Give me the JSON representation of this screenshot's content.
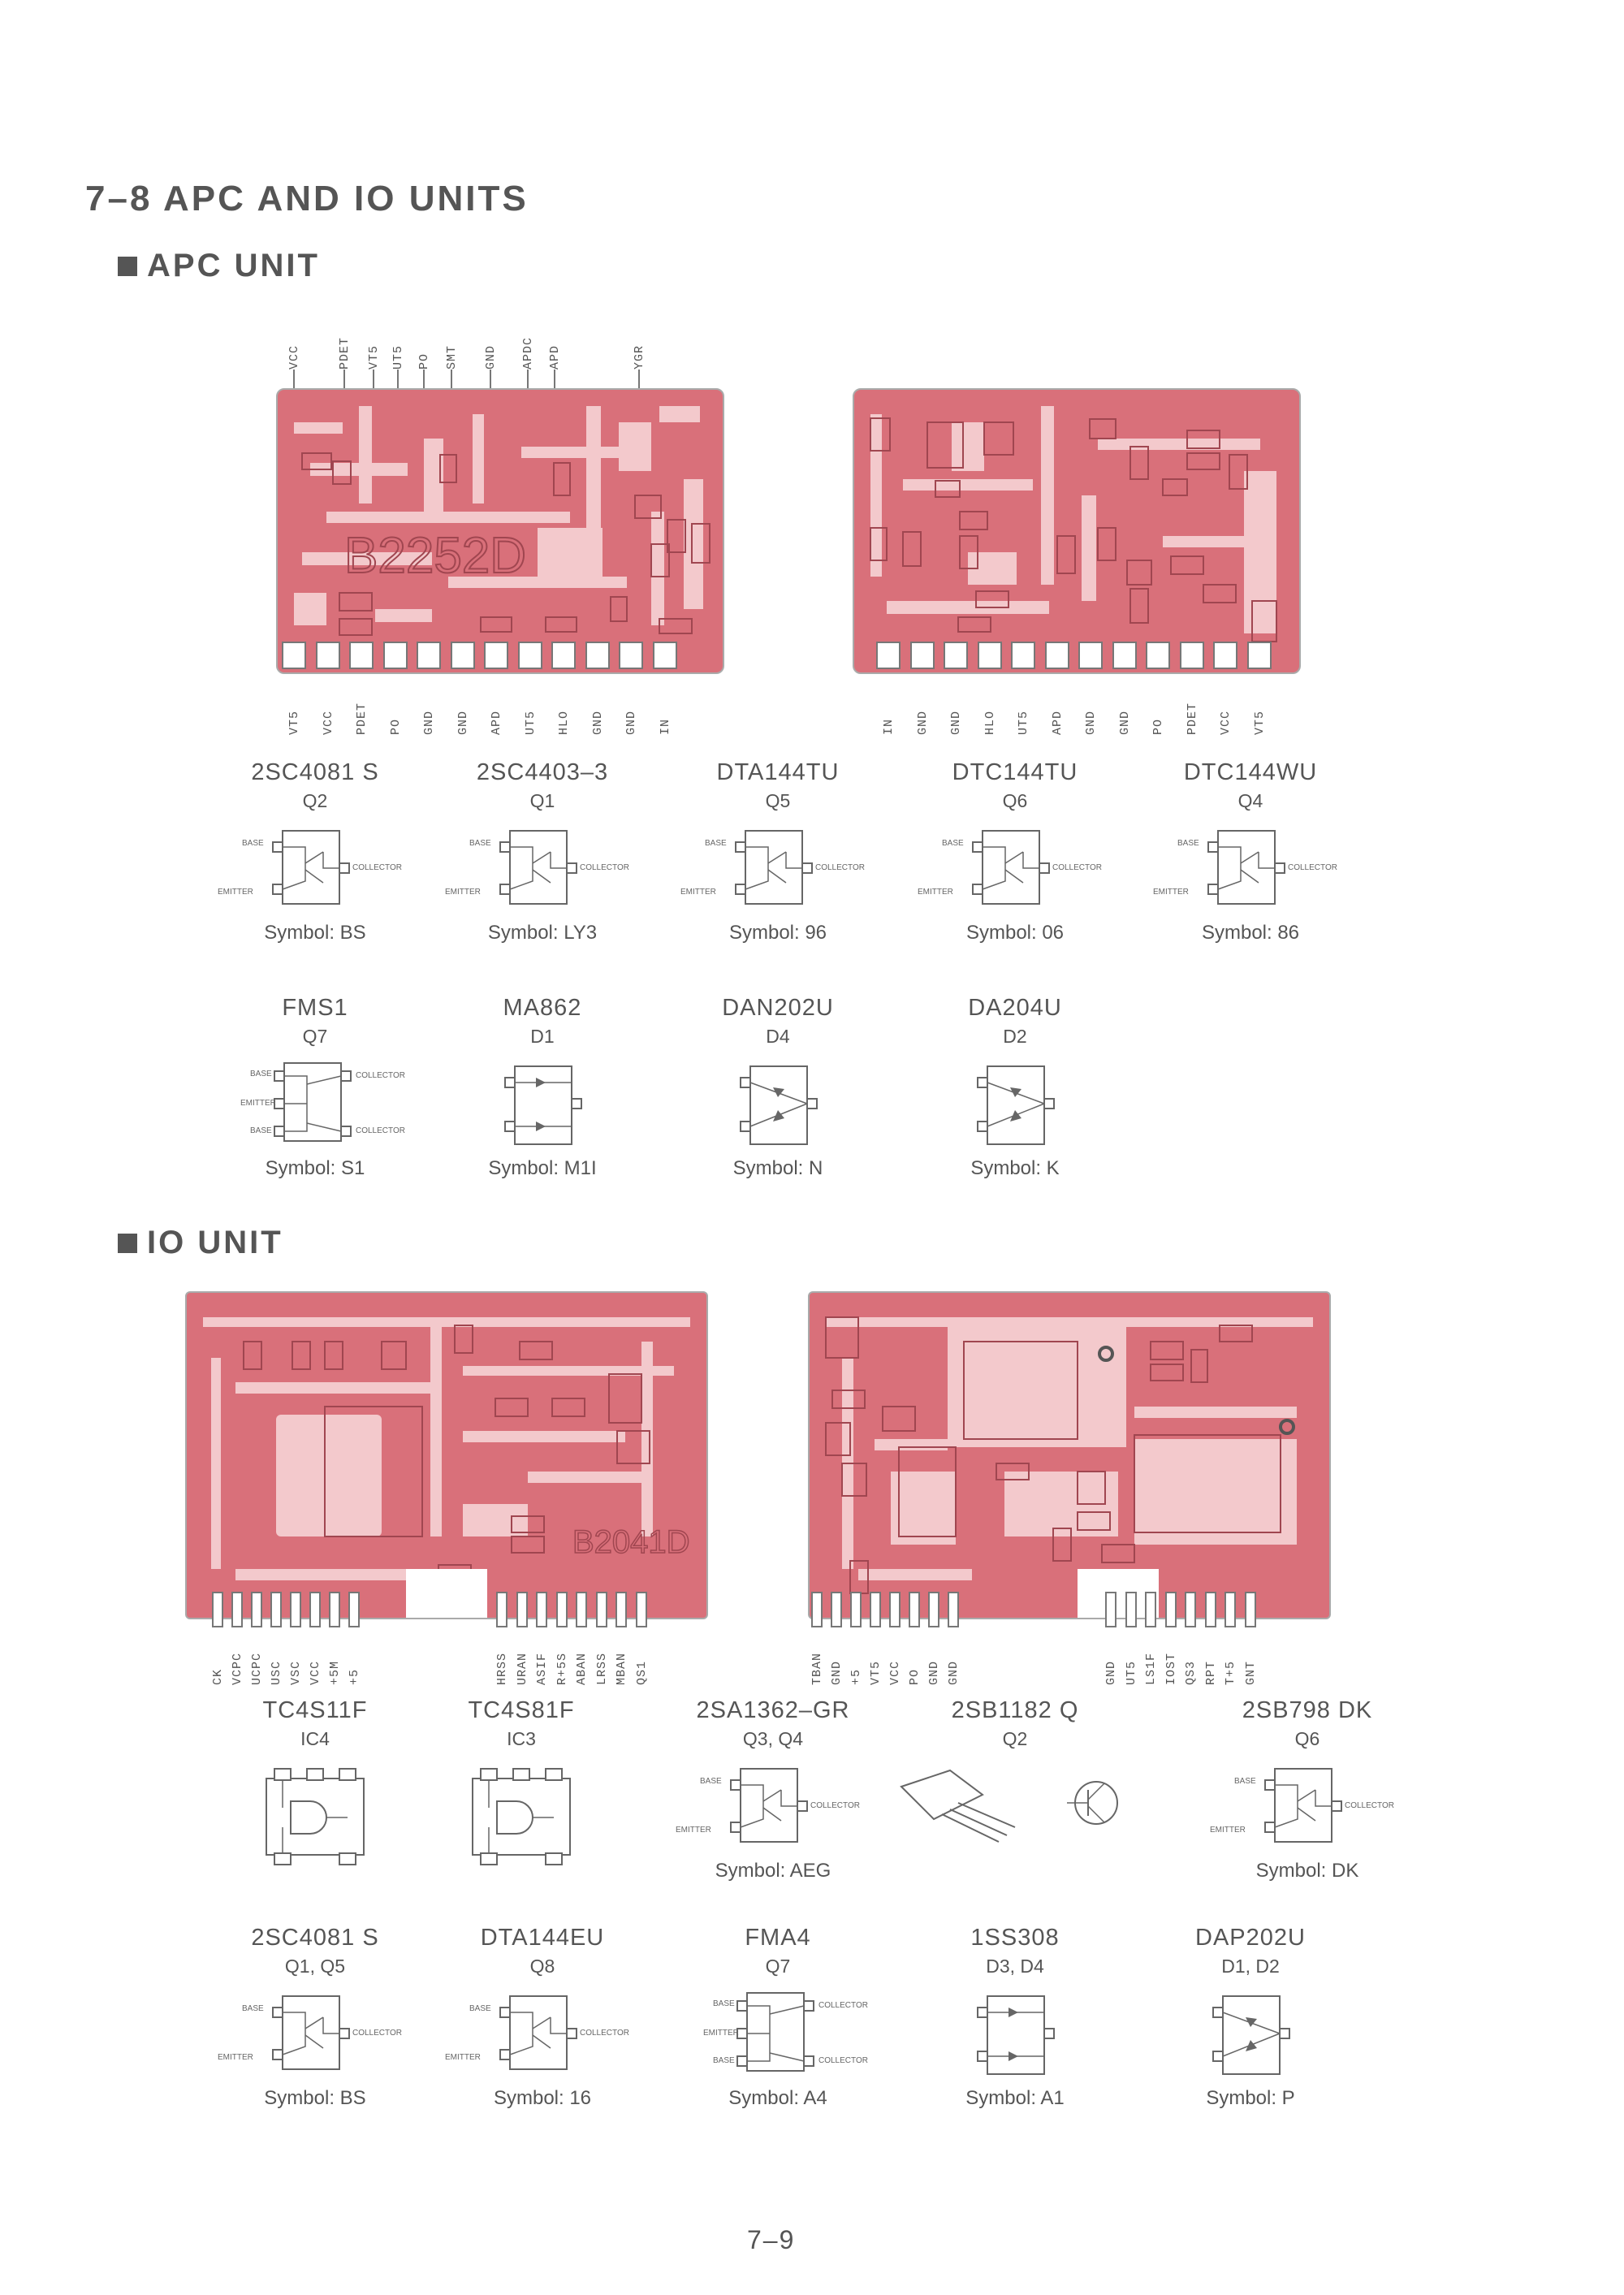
{
  "section_title": "7–8   APC AND IO UNITS",
  "apc_heading": "APC  UNIT",
  "io_heading": "IO  UNIT",
  "apc_board_label": "B2252D",
  "io_board_label": "B2041D",
  "apc_top_pins": [
    "VCC",
    "PDET",
    "VT5",
    "UT5",
    "PO",
    "SMT",
    "GND",
    "APDC",
    "APD",
    "YGR"
  ],
  "apc_front_pins": [
    "VT5",
    "VCC",
    "PDET",
    "PO",
    "GND",
    "GND",
    "APD",
    "UT5",
    "HLO",
    "GND",
    "GND",
    "IN"
  ],
  "apc_back_pins": [
    "IN",
    "GND",
    "GND",
    "HLO",
    "UT5",
    "APD",
    "GND",
    "GND",
    "PO",
    "PDET",
    "VCC",
    "VT5"
  ],
  "io_front_pins_a": [
    "CK",
    "VCPC",
    "UCPC",
    "USC",
    "VSC",
    "VCC",
    "+5M",
    "+5"
  ],
  "io_front_pins_b": [
    "HRSS",
    "URAN",
    "ASIF",
    "R+5S",
    "ABAN",
    "LRSS",
    "MBAN",
    "QS1"
  ],
  "io_back_pins_a": [
    "TBAN",
    "GND",
    "+5",
    "VT5",
    "VCC",
    "PO",
    "GND",
    "GND"
  ],
  "io_back_pins_b": [
    "GND",
    "UT5",
    "LS1F",
    "IOST",
    "QS3",
    "RPT",
    "T+5",
    "GNT"
  ],
  "apc_parts_row1": [
    {
      "part": "2SC4081 S",
      "ref": "Q2",
      "symbol": "Symbol: BS"
    },
    {
      "part": "2SC4403–3",
      "ref": "Q1",
      "symbol": "Symbol: LY3"
    },
    {
      "part": "DTA144TU",
      "ref": "Q5",
      "symbol": "Symbol: 96"
    },
    {
      "part": "DTC144TU",
      "ref": "Q6",
      "symbol": "Symbol: 06"
    },
    {
      "part": "DTC144WU",
      "ref": "Q4",
      "symbol": "Symbol: 86"
    }
  ],
  "apc_parts_row2": [
    {
      "part": "FMS1",
      "ref": "Q7",
      "symbol": "Symbol: S1"
    },
    {
      "part": "MA862",
      "ref": "D1",
      "symbol": "Symbol: M1I"
    },
    {
      "part": "DAN202U",
      "ref": "D4",
      "symbol": "Symbol: N"
    },
    {
      "part": "DA204U",
      "ref": "D2",
      "symbol": "Symbol: K"
    }
  ],
  "io_parts_row1": [
    {
      "part": "TC4S11F",
      "ref": "IC4",
      "symbol": ""
    },
    {
      "part": "TC4S81F",
      "ref": "IC3",
      "symbol": ""
    },
    {
      "part": "2SA1362–GR",
      "ref": "Q3, Q4",
      "symbol": "Symbol: AEG"
    },
    {
      "part": "2SB1182 Q",
      "ref": "Q2",
      "symbol": ""
    },
    {
      "part": "2SB798  DK",
      "ref": "Q6",
      "symbol": "Symbol: DK"
    }
  ],
  "io_parts_row2": [
    {
      "part": "2SC4081 S",
      "ref": "Q1, Q5",
      "symbol": "Symbol: BS"
    },
    {
      "part": "DTA144EU",
      "ref": "Q8",
      "symbol": "Symbol: 16"
    },
    {
      "part": "FMA4",
      "ref": "Q7",
      "symbol": "Symbol: A4"
    },
    {
      "part": "1SS308",
      "ref": "D3, D4",
      "symbol": "Symbol: A1"
    },
    {
      "part": "DAP202U",
      "ref": "D1, D2",
      "symbol": "Symbol: P"
    }
  ],
  "page_number": "7–9",
  "colors": {
    "pcb": "#d9707a",
    "trace": "#f3c9cc",
    "text": "#555555"
  }
}
